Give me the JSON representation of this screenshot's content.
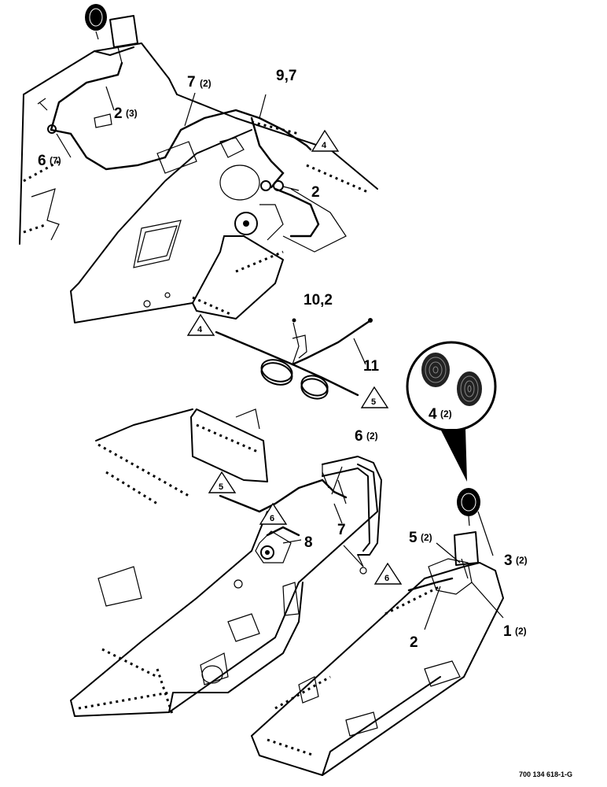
{
  "callouts": [
    {
      "id": "c1",
      "main": "9,7",
      "qty": ""
    },
    {
      "id": "c2",
      "main": "7",
      "qty": "(2)"
    },
    {
      "id": "c3",
      "main": "2",
      "qty": "(3)"
    },
    {
      "id": "c4",
      "main": "6",
      "qty": "(7)"
    },
    {
      "id": "c5",
      "main": "2",
      "qty": ""
    },
    {
      "id": "c6",
      "main": "10,2",
      "qty": ""
    },
    {
      "id": "c7",
      "main": "11",
      "qty": ""
    },
    {
      "id": "c8",
      "main": "4",
      "qty": "(2)"
    },
    {
      "id": "c9",
      "main": "6",
      "qty": "(2)"
    },
    {
      "id": "c10",
      "main": "7",
      "qty": ""
    },
    {
      "id": "c11",
      "main": "8",
      "qty": ""
    },
    {
      "id": "c12",
      "main": "5",
      "qty": "(2)"
    },
    {
      "id": "c13",
      "main": "3",
      "qty": "(2)"
    },
    {
      "id": "c14",
      "main": "1",
      "qty": "(2)"
    },
    {
      "id": "c15",
      "main": "2",
      "qty": ""
    }
  ],
  "triangles": [
    "4",
    "4",
    "5",
    "5",
    "6",
    "6"
  ],
  "reference": "700 134 618-1-G"
}
